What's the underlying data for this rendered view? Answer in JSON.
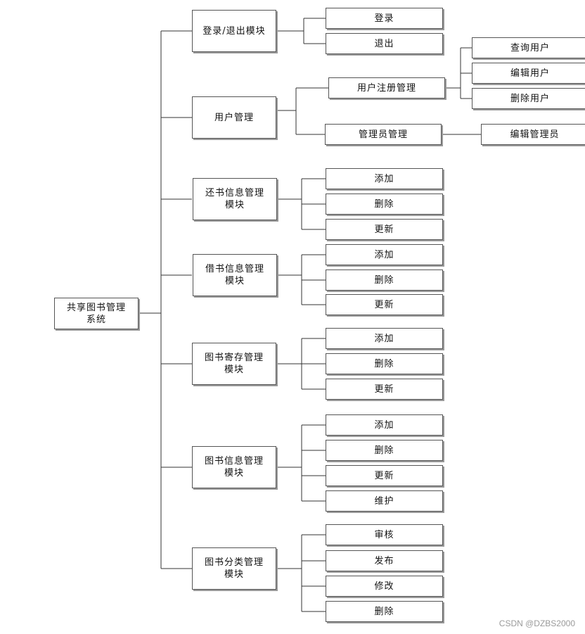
{
  "diagram": {
    "root": "共享图书管理\n系统",
    "modules": {
      "login": {
        "label": "登录/退出模块",
        "children": [
          "登录",
          "退出"
        ]
      },
      "user": {
        "label": "用户管理",
        "register": {
          "label": "用户注册管理",
          "children": [
            "查询用户",
            "编辑用户",
            "删除用户"
          ]
        },
        "admin": {
          "label": "管理员管理",
          "children": [
            "编辑管理员"
          ]
        }
      },
      "return_info": {
        "label": "还书信息管理\n模块",
        "children": [
          "添加",
          "删除",
          "更新"
        ]
      },
      "borrow_info": {
        "label": "借书信息管理\n模块",
        "children": [
          "添加",
          "删除",
          "更新"
        ]
      },
      "storage": {
        "label": "图书寄存管理\n模块",
        "children": [
          "添加",
          "删除",
          "更新"
        ]
      },
      "book_info": {
        "label": "图书信息管理\n模块",
        "children": [
          "添加",
          "删除",
          "更新",
          "维护"
        ]
      },
      "category": {
        "label": "图书分类管理\n模块",
        "children": [
          "审核",
          "发布",
          "修改",
          "删除"
        ]
      }
    }
  },
  "watermark": "CSDN @DZBS2000",
  "colors": {
    "line": "#333333",
    "border": "#555555",
    "shadow": "#9a9a9a"
  }
}
